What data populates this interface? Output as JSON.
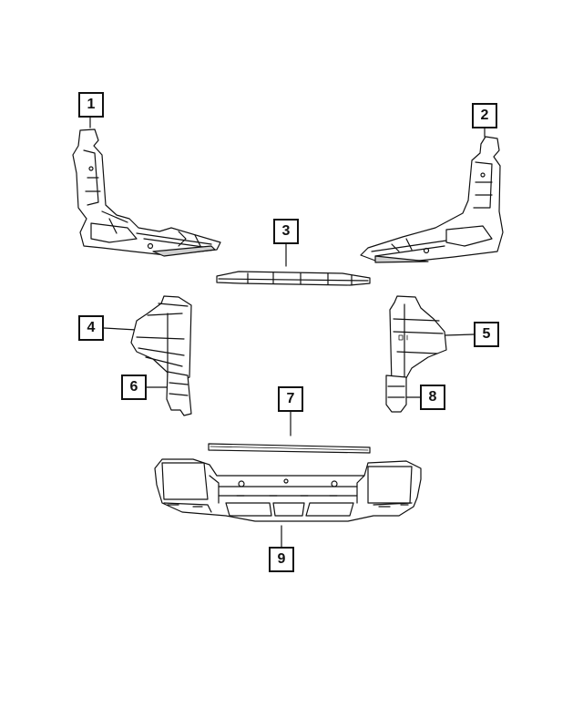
{
  "colors": {
    "line": "#111111",
    "fill": "#ffffff",
    "shade": "#cfcfcf"
  },
  "callouts": [
    {
      "label": "1"
    },
    {
      "label": "2"
    },
    {
      "label": "3"
    },
    {
      "label": "4"
    },
    {
      "label": "5"
    },
    {
      "label": "6"
    },
    {
      "label": "7"
    },
    {
      "label": "8"
    },
    {
      "label": "9"
    }
  ]
}
